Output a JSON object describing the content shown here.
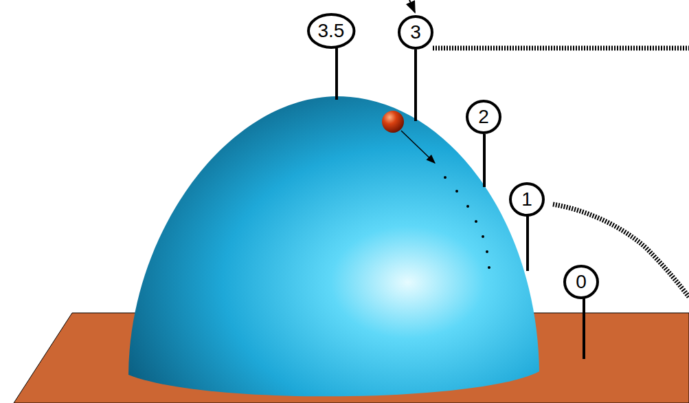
{
  "diagram": {
    "nodes": [
      {
        "text": [
          "3.5"
        ]
      },
      {
        "text": [
          "3"
        ]
      },
      {
        "text": [
          "2"
        ]
      },
      {
        "text": [
          "1"
        ]
      },
      {
        "text": [
          "0"
        ]
      }
    ]
  }
}
